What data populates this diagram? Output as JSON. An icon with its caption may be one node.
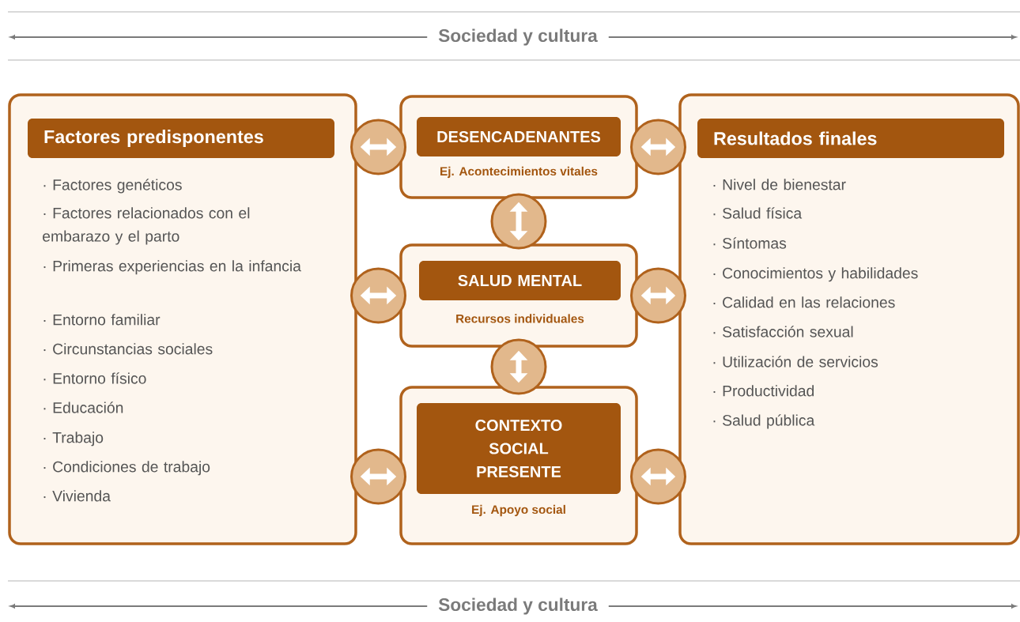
{
  "diagram": {
    "nodes": [
      {
        "text": [
          "Factores predisponentes",
          "· Factores genéticos",
          "· Factores relacionados con el embarazo y el parto",
          "· Primeras experiencias en la infancia",
          "· Entorno familiar",
          "· Circunstancias sociales",
          "· Entorno físico",
          "· Educación",
          "· Trabajo",
          "· Condiciones de trabajo",
          "· Vivienda"
        ]
      },
      {
        "text": [
          "DESENCADENANTES",
          "Ej. Acontecimientos vitales"
        ]
      },
      {
        "text": [
          "SALUD MENTAL",
          "Recursos individuales"
        ]
      },
      {
        "text": [
          "CONTEXTO SOCIAL PRESENTE",
          "Ej. Apoyo social"
        ]
      },
      {
        "text": [
          "Resultados finales",
          "· Nivel de bienestar",
          "· Salud física",
          "· Síntomas",
          "· Conocimientos y habilidades",
          "· Calidad en las relaciones",
          "· Satisfacción sexual",
          "· Utilización de servicios",
          "· Productividad",
          "· Salud pública"
        ]
      }
    ],
    "edges": [
      {
        "from": 0,
        "to": 1,
        "arrow": "both"
      },
      {
        "from": 1,
        "to": 4,
        "arrow": "both"
      },
      {
        "from": 1,
        "to": 2,
        "arrow": "both"
      },
      {
        "from": 0,
        "to": 2,
        "arrow": "both"
      },
      {
        "from": 2,
        "to": 4,
        "arrow": "both"
      },
      {
        "from": 2,
        "to": 3,
        "arrow": "both"
      },
      {
        "from": 0,
        "to": 3,
        "arrow": "both"
      },
      {
        "from": 3,
        "to": 4,
        "arrow": "both"
      }
    ],
    "labels": [
      "Sociedad y cultura",
      "Sociedad y cultura"
    ]
  }
}
